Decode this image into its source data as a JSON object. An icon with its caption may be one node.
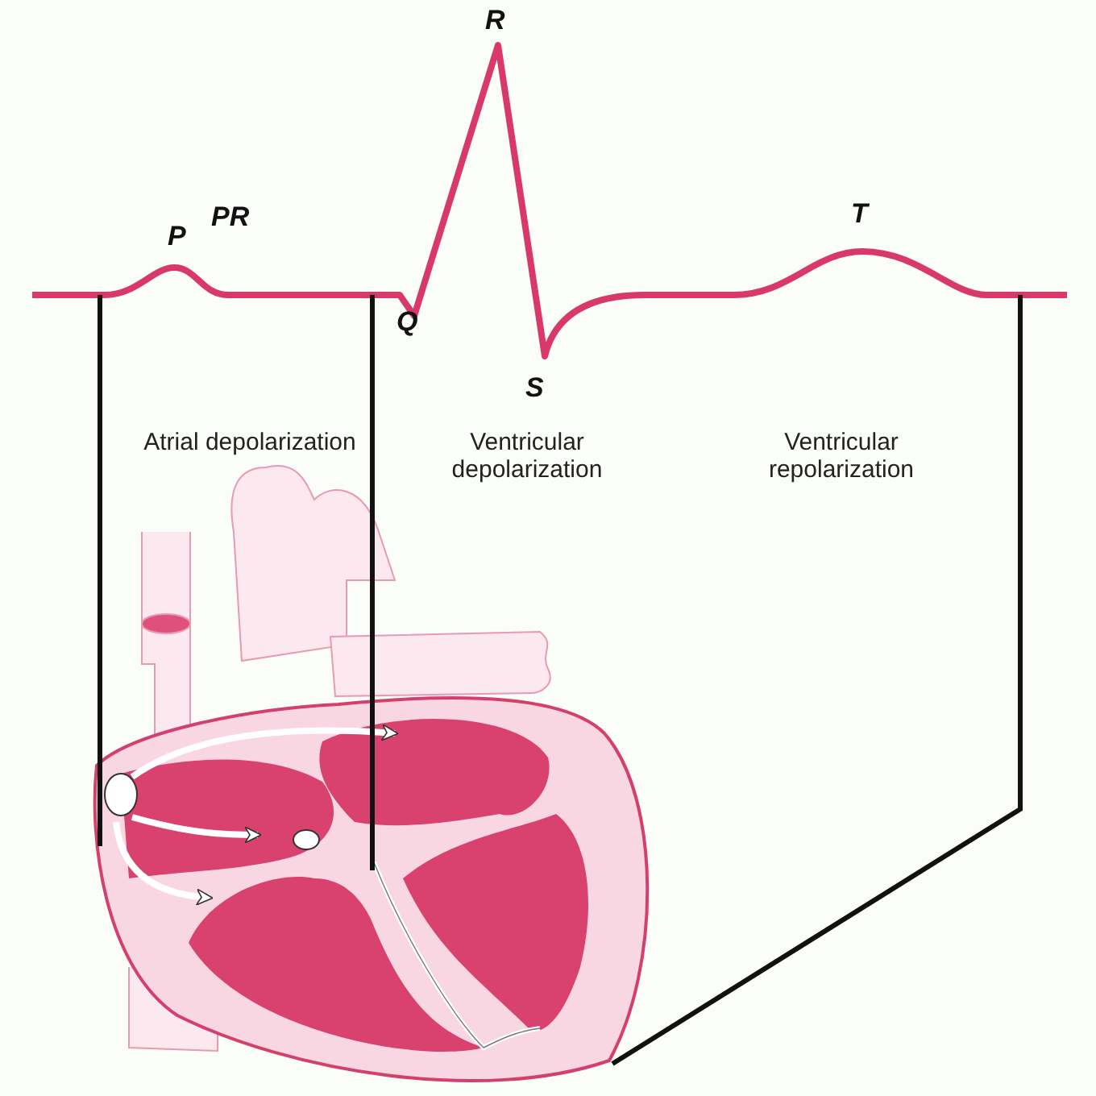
{
  "diagram": {
    "labels": [
      "R",
      "P",
      "PR",
      "T",
      "Q",
      "S",
      "Atrial depolarization",
      "Ventricular depolarization",
      "Ventricular repolarization"
    ]
  }
}
